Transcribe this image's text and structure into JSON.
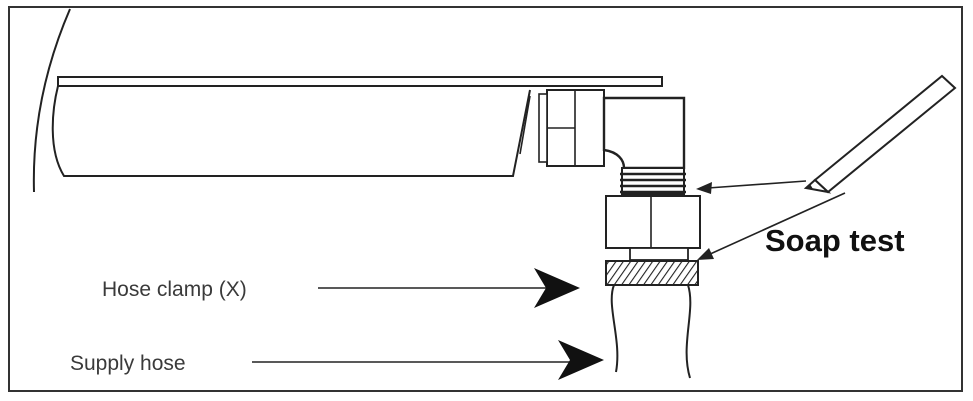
{
  "labels": {
    "soap_test": "Soap test",
    "hose_clamp": "Hose clamp (X)",
    "supply_hose": "Supply hose"
  },
  "colors": {
    "ink": "#1a1a1a",
    "text": "#3a3a3a",
    "background": "#ffffff"
  }
}
